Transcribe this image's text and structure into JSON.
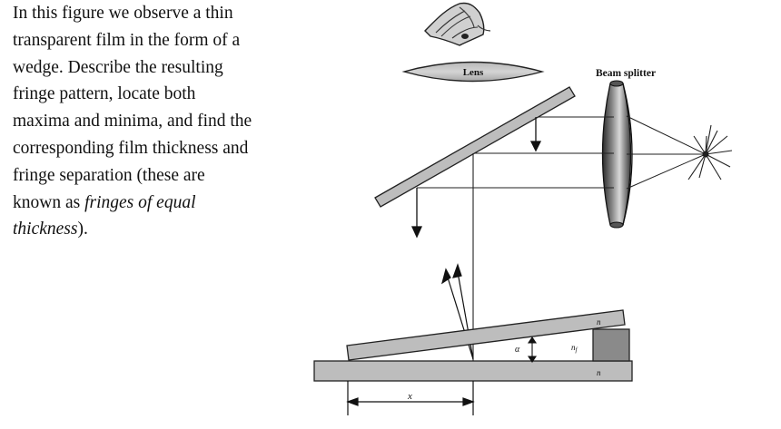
{
  "problem": {
    "lines": [
      "In this figure we observe a thin",
      "transparent film in the form of a",
      "wedge.  Describe the resulting",
      "fringe pattern, locate both",
      "maxima and minima, and find the",
      "corresponding film thickness and",
      "fringe separation (these are",
      "known as "
    ],
    "italic_1": "fringes of equal",
    "italic_2": "thickness",
    "end": ")."
  },
  "figure": {
    "lens_label": "Lens",
    "beam_splitter_label": "Beam splitter",
    "alpha_label": "α",
    "n_top_label": "n",
    "nf_label": "n",
    "nf_sub": "f",
    "n_bottom_label": "n",
    "x_label": "x"
  }
}
